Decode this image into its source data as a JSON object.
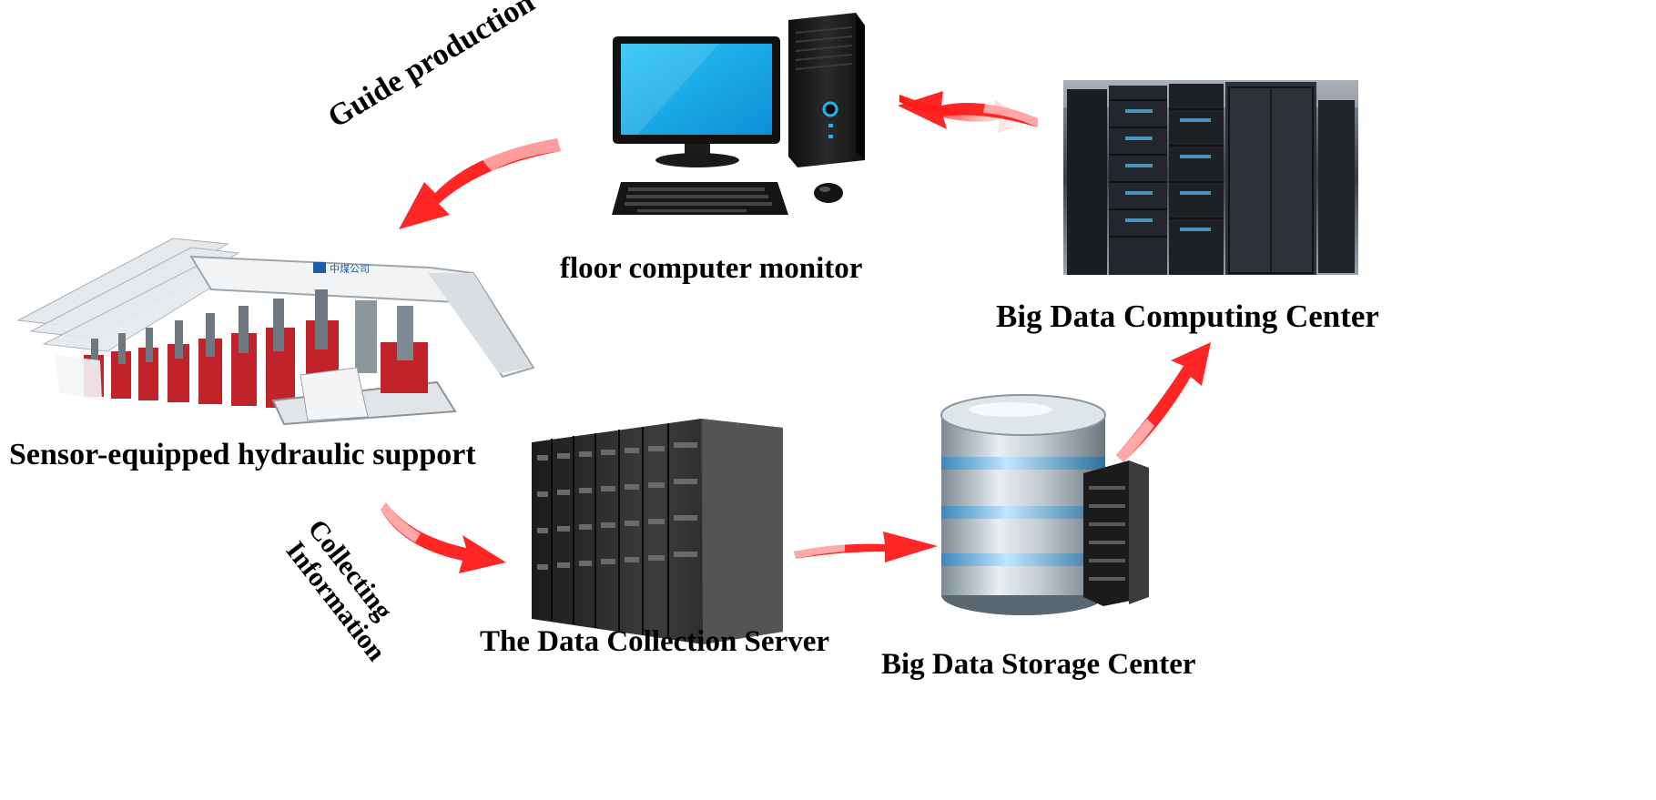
{
  "nodes": {
    "hydraulic_support": {
      "label": "Sensor-equipped hydraulic support",
      "logo_text": "中煤公司"
    },
    "floor_computer": {
      "label": "floor computer monitor"
    },
    "computing_center": {
      "label": "Big Data Computing Center"
    },
    "collection_server": {
      "label": "The Data Collection Server"
    },
    "storage_center": {
      "label": "Big Data Storage Center"
    }
  },
  "edges": {
    "guide_production": {
      "from": "floor_computer",
      "to": "hydraulic_support",
      "label": "Guide production"
    },
    "collecting_information": {
      "from": "hydraulic_support",
      "to": "collection_server",
      "label_lines": [
        "Collecting",
        "Information"
      ]
    },
    "computing_to_floor": {
      "from": "computing_center",
      "to": "floor_computer"
    },
    "collection_to_storage": {
      "from": "collection_server",
      "to": "storage_center"
    },
    "storage_to_computing": {
      "from": "storage_center",
      "to": "computing_center"
    }
  },
  "colors": {
    "arrow": "#ff1a1a",
    "label": "#000000",
    "accent_blue": "#1fb6f0"
  }
}
